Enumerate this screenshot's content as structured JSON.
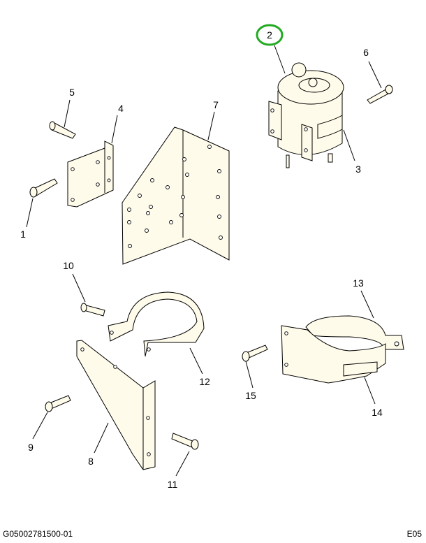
{
  "diagram": {
    "callouts": [
      {
        "id": "1",
        "label": "1"
      },
      {
        "id": "2",
        "label": "2",
        "highlighted": true
      },
      {
        "id": "3",
        "label": "3"
      },
      {
        "id": "4",
        "label": "4"
      },
      {
        "id": "5",
        "label": "5"
      },
      {
        "id": "6",
        "label": "6"
      },
      {
        "id": "7",
        "label": "7"
      },
      {
        "id": "8",
        "label": "8"
      },
      {
        "id": "9",
        "label": "9"
      },
      {
        "id": "10",
        "label": "10"
      },
      {
        "id": "11",
        "label": "11"
      },
      {
        "id": "12",
        "label": "12"
      },
      {
        "id": "13",
        "label": "13"
      },
      {
        "id": "14",
        "label": "14"
      },
      {
        "id": "15",
        "label": "15"
      }
    ],
    "highlight_color": "#22aa22"
  },
  "footer": {
    "figure_id": "G05002781500-01",
    "page_code": "E05"
  }
}
